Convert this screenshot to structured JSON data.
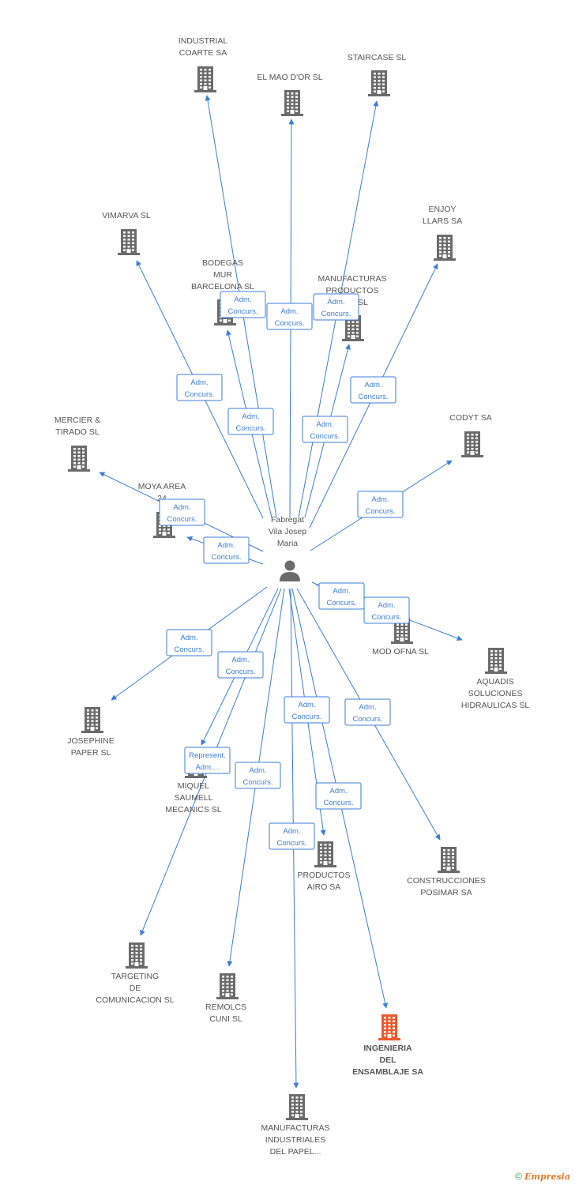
{
  "center": {
    "id": "fabregat",
    "label": [
      "Fabregat",
      "Vila Josep",
      "Maria"
    ]
  },
  "companies": [
    {
      "id": "industrial-coarte",
      "label": [
        "INDUSTRIAL",
        "COARTE SA"
      ]
    },
    {
      "id": "el-mao-dor",
      "label": [
        "EL MAO D'OR SL"
      ]
    },
    {
      "id": "staircase",
      "label": [
        "STAIRCASE SL"
      ]
    },
    {
      "id": "enjoy-llars",
      "label": [
        "ENJOY",
        "LLARS SA"
      ]
    },
    {
      "id": "vimarva",
      "label": [
        "VIMARVA SL"
      ]
    },
    {
      "id": "bodegas-mur",
      "label": [
        "BODEGAS",
        "MUR",
        "BARCELONA SL"
      ]
    },
    {
      "id": "manufacturas-productos",
      "label": [
        "MANUFACTURAS",
        "PRODUCTOS",
        "...OS SL"
      ]
    },
    {
      "id": "mercier-tirado",
      "label": [
        "MERCIER &",
        "TIRADO SL"
      ]
    },
    {
      "id": "moya-area",
      "label": [
        "MOYA AREA",
        "24"
      ]
    },
    {
      "id": "codyt",
      "label": [
        "CODYT SA"
      ]
    },
    {
      "id": "mod-ofna",
      "label": [
        "MOD OFNA SL"
      ]
    },
    {
      "id": "aquadis",
      "label": [
        "AQUADIS",
        "SOLUCIONES",
        "HIDRAULICAS SL"
      ]
    },
    {
      "id": "josephine-paper",
      "label": [
        "JOSEPHINE",
        "PAPER SL"
      ]
    },
    {
      "id": "miquel-saumell",
      "label": [
        "MIQUEL",
        "SAUMELL",
        "MECANICS SL"
      ]
    },
    {
      "id": "productos-airo",
      "label": [
        "PRODUCTOS",
        "AIRO SA"
      ]
    },
    {
      "id": "construcciones-posimar",
      "label": [
        "CONSTRUCCIONES",
        "POSIMAR SA"
      ]
    },
    {
      "id": "targeting",
      "label": [
        "TARGETING",
        "DE",
        "COMUNICACION SL"
      ]
    },
    {
      "id": "remolcs-cuni",
      "label": [
        "REMOLCS",
        "CUNI SL"
      ]
    },
    {
      "id": "ingenieria-ensamblaje",
      "label": [
        "INGENIERIA",
        "DEL",
        "ENSAMBLAJE SA"
      ],
      "highlight": true
    },
    {
      "id": "manufacturas-papel",
      "label": [
        "MANUFACTURAS",
        "INDUSTRIALES",
        "DEL PAPEL..."
      ]
    }
  ],
  "relations": [
    {
      "to": "industrial-coarte",
      "label": [
        "Adm.",
        "Concurs."
      ]
    },
    {
      "to": "el-mao-dor",
      "label": [
        "Adm.",
        "Concurs."
      ]
    },
    {
      "to": "staircase",
      "label": [
        "Adm.",
        "Concurs."
      ]
    },
    {
      "to": "enjoy-llars",
      "label": [
        "Adm.",
        "Concurs."
      ]
    },
    {
      "to": "vimarva",
      "label": [
        "Adm.",
        "Concurs."
      ]
    },
    {
      "to": "bodegas-mur",
      "label": [
        "Adm.",
        "Concurs."
      ]
    },
    {
      "to": "manufacturas-productos",
      "label": [
        "Adm.",
        "Concurs."
      ]
    },
    {
      "to": "mercier-tirado",
      "label": [
        "Adm.",
        "Concurs."
      ]
    },
    {
      "to": "moya-area",
      "label": [
        "Adm.",
        "Concurs."
      ]
    },
    {
      "to": "codyt",
      "label": [
        "Adm.",
        "Concurs."
      ]
    },
    {
      "to": "mod-ofna",
      "label": [
        "Adm.",
        "Concurs."
      ]
    },
    {
      "to": "aquadis",
      "label": [
        "Adm.",
        "Concurs."
      ]
    },
    {
      "to": "josephine-paper",
      "label": [
        "Adm.",
        "Concurs."
      ]
    },
    {
      "to": "miquel-saumell",
      "label": [
        "Adm.",
        "Concurs."
      ]
    },
    {
      "to": "targeting",
      "label": [
        "Represent.",
        "Adm...."
      ]
    },
    {
      "to": "remolcs-cuni",
      "label": [
        "Adm.",
        "Concurs."
      ]
    },
    {
      "to": "productos-airo",
      "label": [
        "Adm.",
        "Concurs."
      ]
    },
    {
      "to": "construcciones-posimar",
      "label": [
        "Adm.",
        "Concurs."
      ]
    },
    {
      "to": "ingenieria-ensamblaje",
      "label": [
        "Adm.",
        "Concurs."
      ]
    },
    {
      "to": "manufacturas-papel",
      "label": [
        "Adm.",
        "Concurs."
      ]
    }
  ],
  "colors": {
    "edge": "#3b7dd8",
    "building": "#6b6b6b",
    "highlight": "#f0572a",
    "person": "#6b6b6b"
  },
  "footer": {
    "copyright": "©",
    "brand": "Empresia"
  }
}
